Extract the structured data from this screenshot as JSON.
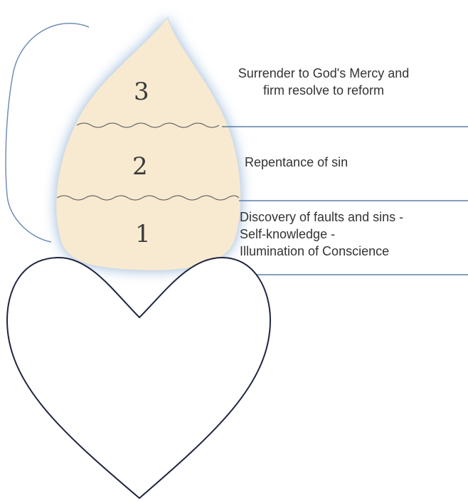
{
  "stages": [
    {
      "number": "3",
      "lines": [
        "Surrender  to God's Mercy and",
        "firm resolve to reform"
      ]
    },
    {
      "number": "2",
      "lines": [
        "Repentance  of sin"
      ]
    },
    {
      "number": "1",
      "lines": [
        "Discovery of faults and sins -",
        "Self-knowledge  -",
        "Illumination  of Conscience"
      ]
    }
  ],
  "colors": {
    "flame_fill": "#f8ead0",
    "flame_glow": "#8aaed6",
    "heart_stroke": "#1f2540",
    "divider_line": "#5b7fa8",
    "bracket_line": "#6f8fb5",
    "wavy_line": "#666666"
  }
}
